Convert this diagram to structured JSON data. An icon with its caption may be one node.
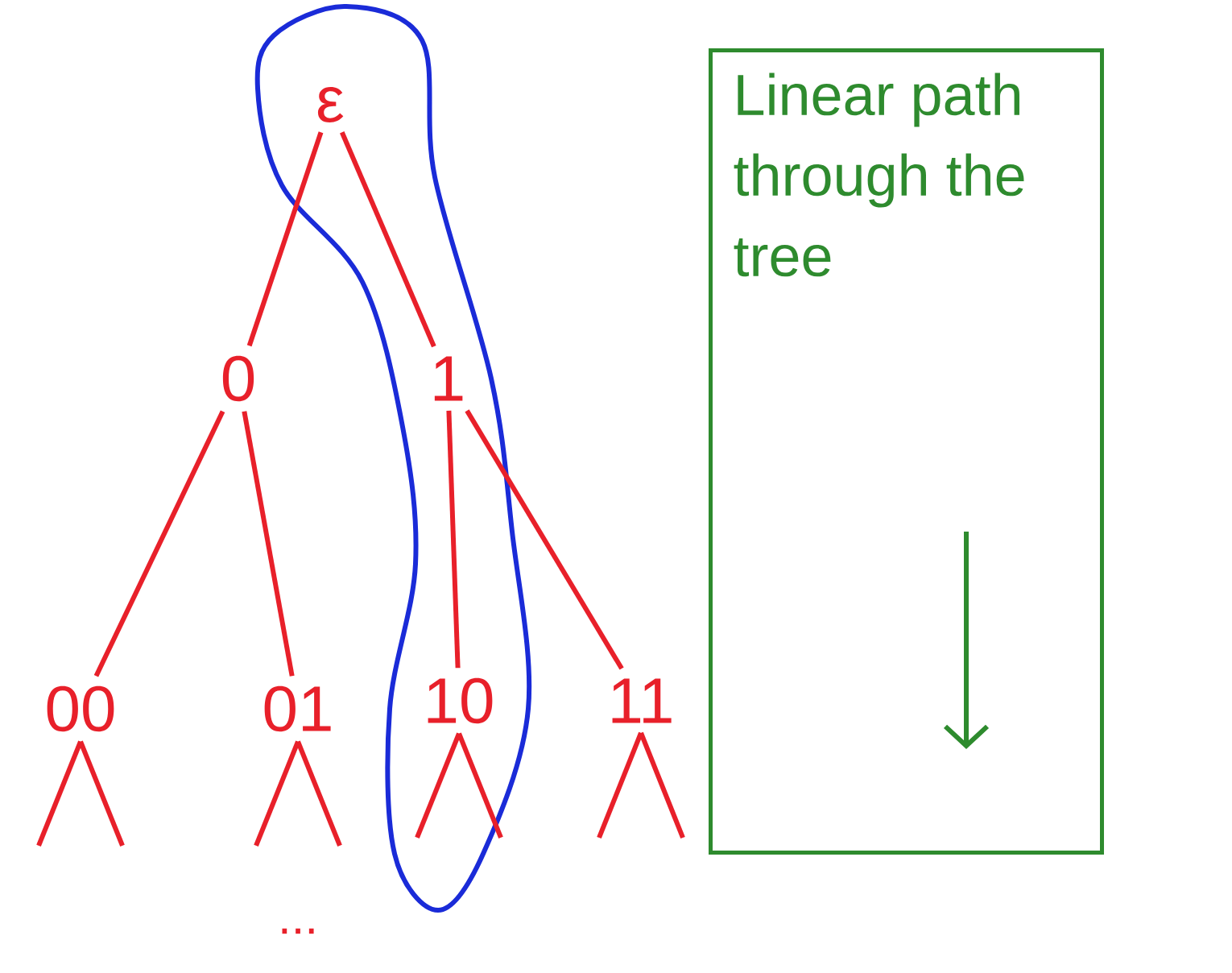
{
  "diagram": {
    "nodes": [
      {
        "text": [
          "ε"
        ]
      },
      {
        "text": [
          "0"
        ]
      },
      {
        "text": [
          "1"
        ]
      },
      {
        "text": [
          "00"
        ]
      },
      {
        "text": [
          "01"
        ]
      },
      {
        "text": [
          "10"
        ]
      },
      {
        "text": [
          "11"
        ]
      },
      {
        "text": [
          "Linear path through the tree"
        ]
      }
    ],
    "edges": [
      {
        "from": 0,
        "to": 1,
        "arrow": "none"
      },
      {
        "from": 0,
        "to": 2,
        "arrow": "none"
      },
      {
        "from": 1,
        "to": 3,
        "arrow": "none"
      },
      {
        "from": 1,
        "to": 4,
        "arrow": "none"
      },
      {
        "from": 2,
        "to": 5,
        "arrow": "none"
      },
      {
        "from": 2,
        "to": 6,
        "arrow": "none"
      },
      {
        "from": 3,
        "to": null,
        "arrow": "none"
      },
      {
        "from": 3,
        "to": null,
        "arrow": "none"
      },
      {
        "from": 4,
        "to": null,
        "arrow": "none"
      },
      {
        "from": 4,
        "to": null,
        "arrow": "none"
      },
      {
        "from": 5,
        "to": null,
        "arrow": "none"
      },
      {
        "from": 5,
        "to": null,
        "arrow": "none"
      },
      {
        "from": 6,
        "to": null,
        "arrow": "none"
      },
      {
        "from": 6,
        "to": null,
        "arrow": "none"
      }
    ],
    "labels": [
      "..."
    ]
  }
}
